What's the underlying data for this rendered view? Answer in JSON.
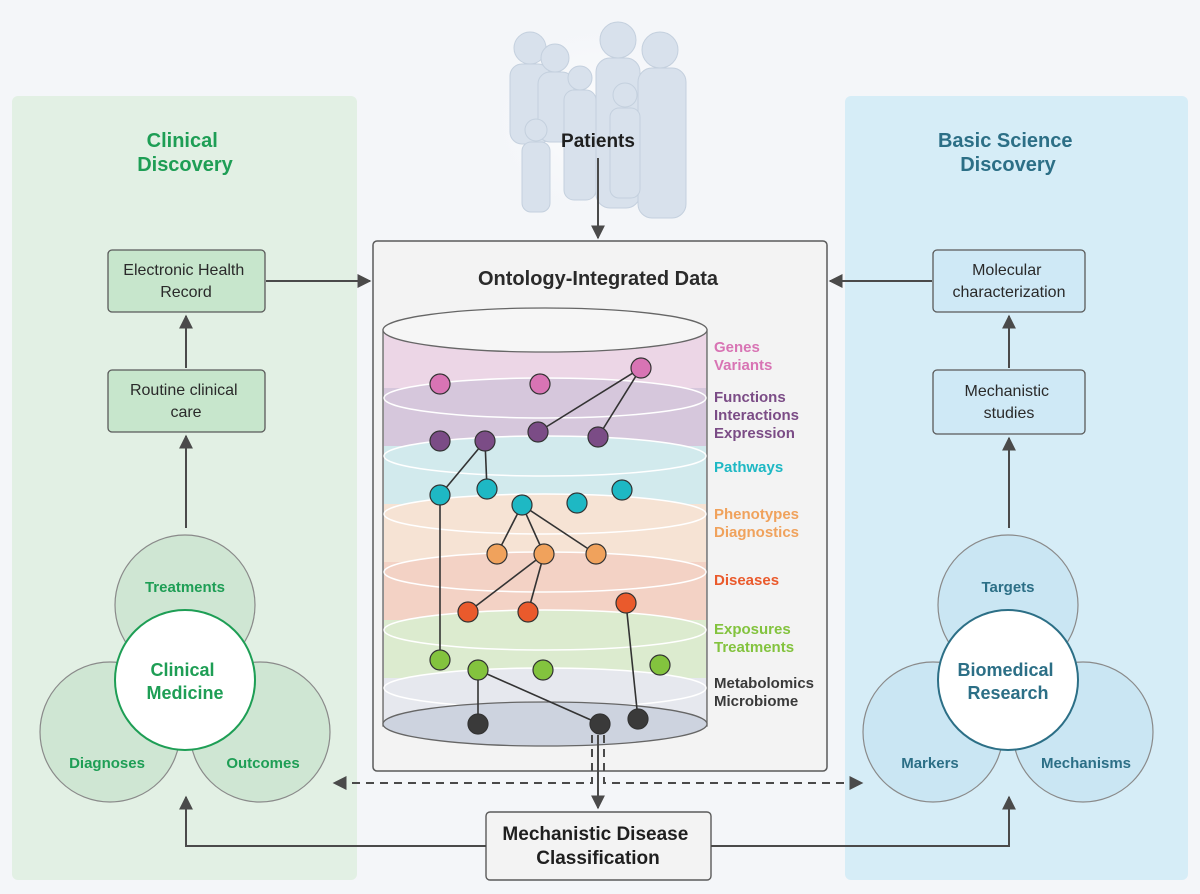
{
  "colors": {
    "clinical_green": "#1e9e55",
    "clinical_panel": "#e2f0e4",
    "science_blue": "#2c6f86",
    "science_panel": "#d6edf7",
    "arrow": "#4a4a4a",
    "genes": "#d874b4",
    "functions": "#7b4c86",
    "pathways": "#1eb8c4",
    "phenotypes": "#f0a25c",
    "diseases": "#ea5a2c",
    "exposures": "#83c33e",
    "metabolomics": "#3a3a3a"
  },
  "patients": {
    "label": "Patients",
    "icon": "people-silhouette-icon"
  },
  "clinical": {
    "title_line1": "Clinical",
    "title_line2": "Discovery",
    "ehr_line1": "Electronic Health",
    "ehr_line2": "Record",
    "care_line1": "Routine clinical",
    "care_line2": "care",
    "center_line1": "Clinical",
    "center_line2": "Medicine",
    "venn_top": "Treatments",
    "venn_left": "Diagnoses",
    "venn_right": "Outcomes"
  },
  "science": {
    "title_line1": "Basic Science",
    "title_line2": "Discovery",
    "molecular_line1": "Molecular",
    "molecular_line2": "characterization",
    "mechanistic_line1": "Mechanistic",
    "mechanistic_line2": "studies",
    "center_line1": "Biomedical",
    "center_line2": "Research",
    "venn_top": "Targets",
    "venn_left": "Markers",
    "venn_right": "Mechanisms"
  },
  "center": {
    "title": "Ontology-Integrated Data",
    "layers": [
      {
        "lines": [
          "Genes",
          "Variants"
        ],
        "color_key": "genes"
      },
      {
        "lines": [
          "Functions",
          "Interactions",
          "Expression"
        ],
        "color_key": "functions"
      },
      {
        "lines": [
          "Pathways"
        ],
        "color_key": "pathways"
      },
      {
        "lines": [
          "Phenotypes",
          "Diagnostics"
        ],
        "color_key": "phenotypes"
      },
      {
        "lines": [
          "Diseases"
        ],
        "color_key": "diseases"
      },
      {
        "lines": [
          "Exposures",
          "Treatments"
        ],
        "color_key": "exposures"
      },
      {
        "lines": [
          "Metabolomics",
          "Microbiome"
        ],
        "color_key": "metabolomics"
      }
    ]
  },
  "classification": {
    "line1": "Mechanistic Disease",
    "line2": "Classification"
  }
}
